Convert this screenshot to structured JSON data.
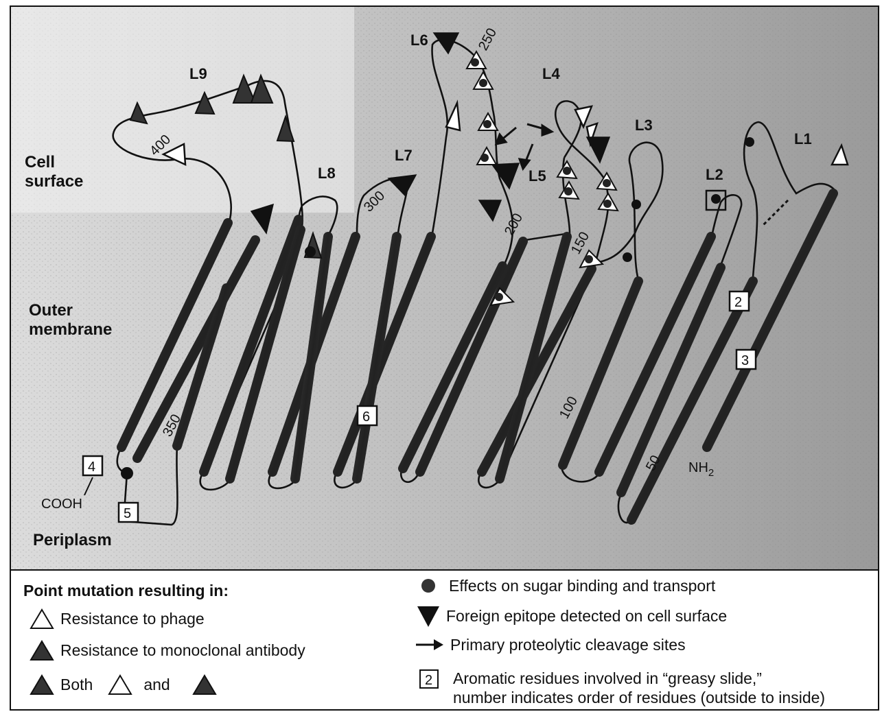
{
  "regions": {
    "cell_surface": "Cell\nsurface",
    "outer_membrane": "Outer\nmembrane",
    "periplasm": "Periplasm"
  },
  "loops": [
    "L1",
    "L2",
    "L3",
    "L4",
    "L5",
    "L6",
    "L7",
    "L8",
    "L9"
  ],
  "residue_numbers": [
    "50",
    "100",
    "150",
    "200",
    "250",
    "300",
    "350",
    "400"
  ],
  "termini": {
    "n": "NH",
    "n_sub": "2",
    "c": "COOH"
  },
  "greasy_slide_boxes": [
    "2",
    "3",
    "4",
    "5",
    "6"
  ],
  "legend": {
    "title": "Point mutation resulting in:",
    "phage": "Resistance to phage",
    "antibody": "Resistance to monoclonal antibody",
    "both_prefix": "Both",
    "both_and": "and",
    "sugar": "Effects on sugar binding and transport",
    "epitope": "Foreign epitope detected on cell surface",
    "cleavage": "Primary proteolytic cleavage sites",
    "greasy_box": "2",
    "greasy_line1": "Aromatic residues involved in “greasy slide,”",
    "greasy_line2": "number indicates order of residues (outside to inside)"
  }
}
